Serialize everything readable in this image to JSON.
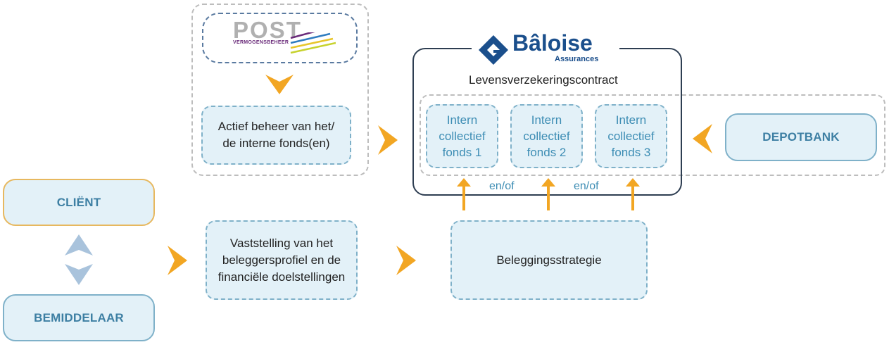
{
  "post_logo": {
    "word": "POST",
    "subline": "VERMOGENSBEHEER"
  },
  "baloise_logo": {
    "name": "Bâloise",
    "sub": "Assurances"
  },
  "nodes": {
    "active_management": "Actief beheer van het/ de interne fonds(en)",
    "contract": "Levensverzekeringscontract",
    "fund_1": "Intern collectief fonds 1",
    "fund_2": "Intern collectief fonds 2",
    "fund_3": "Intern collectief fonds 3",
    "depotbank": "DEPOTBANK",
    "client": "CLIËNT",
    "intermediary": "BEMIDDELAAR",
    "profile": "Vaststelling van het beleggersprofiel en de financiële doelstellingen",
    "strategy": "Beleggingsstrategie",
    "and_or_1": "en/of",
    "and_or_2": "en/of"
  },
  "colors": {
    "box_fill": "#e3f1f8",
    "box_border": "#7fb1c9",
    "accent_orange": "#f2a623",
    "client_border": "#e7b85f",
    "text_blue": "#3d7fa3",
    "baloise_navy": "#1b4f8c",
    "dashed_grey": "#bdbdbd",
    "up_down_arrow": "#a9c3dc"
  }
}
